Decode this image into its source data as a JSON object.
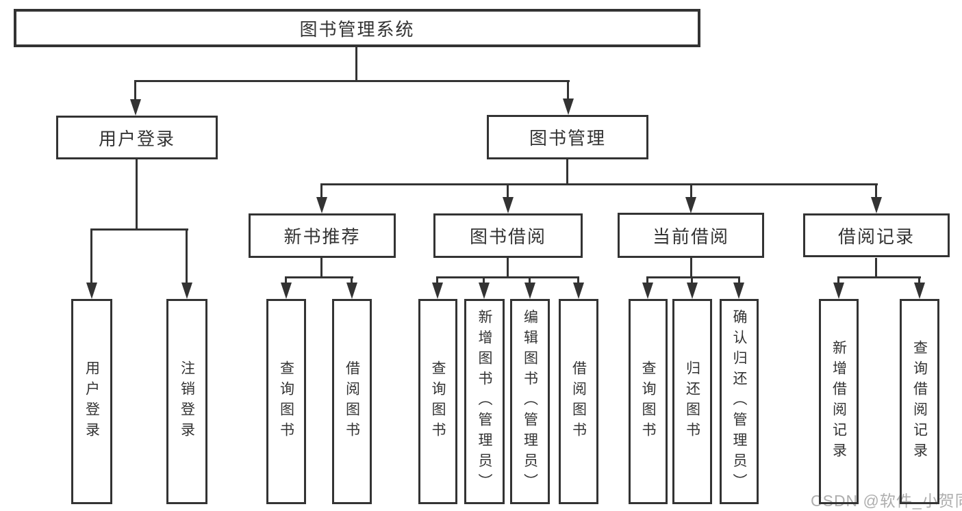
{
  "diagram": {
    "title": "图书管理系统",
    "root": {
      "label": "图书管理系统",
      "children": [
        {
          "label": "用户登录",
          "children": [
            {
              "label": "用户登录"
            },
            {
              "label": "注销登录"
            }
          ]
        },
        {
          "label": "图书管理",
          "children": [
            {
              "label": "新书推荐",
              "children": [
                {
                  "label": "查询图书"
                },
                {
                  "label": "借阅图书"
                }
              ]
            },
            {
              "label": "图书借阅",
              "children": [
                {
                  "label": "查询图书"
                },
                {
                  "label": "新增图书（管理员）"
                },
                {
                  "label": "编辑图书（管理员）"
                },
                {
                  "label": "借阅图书"
                }
              ]
            },
            {
              "label": "当前借阅",
              "children": [
                {
                  "label": "查询图书"
                },
                {
                  "label": "归还图书"
                },
                {
                  "label": "确认归还（管理员）"
                }
              ]
            },
            {
              "label": "借阅记录",
              "children": [
                {
                  "label": "新增借阅记录"
                },
                {
                  "label": "查询借阅记录"
                }
              ]
            }
          ]
        }
      ]
    }
  },
  "watermark": {
    "text": "CSDN @软件_小贺同学",
    "color": "#aeaeae"
  },
  "colors": {
    "line": "#333333",
    "text": "#333333",
    "box_background": "#ffffff",
    "page_background": "#ffffff"
  }
}
